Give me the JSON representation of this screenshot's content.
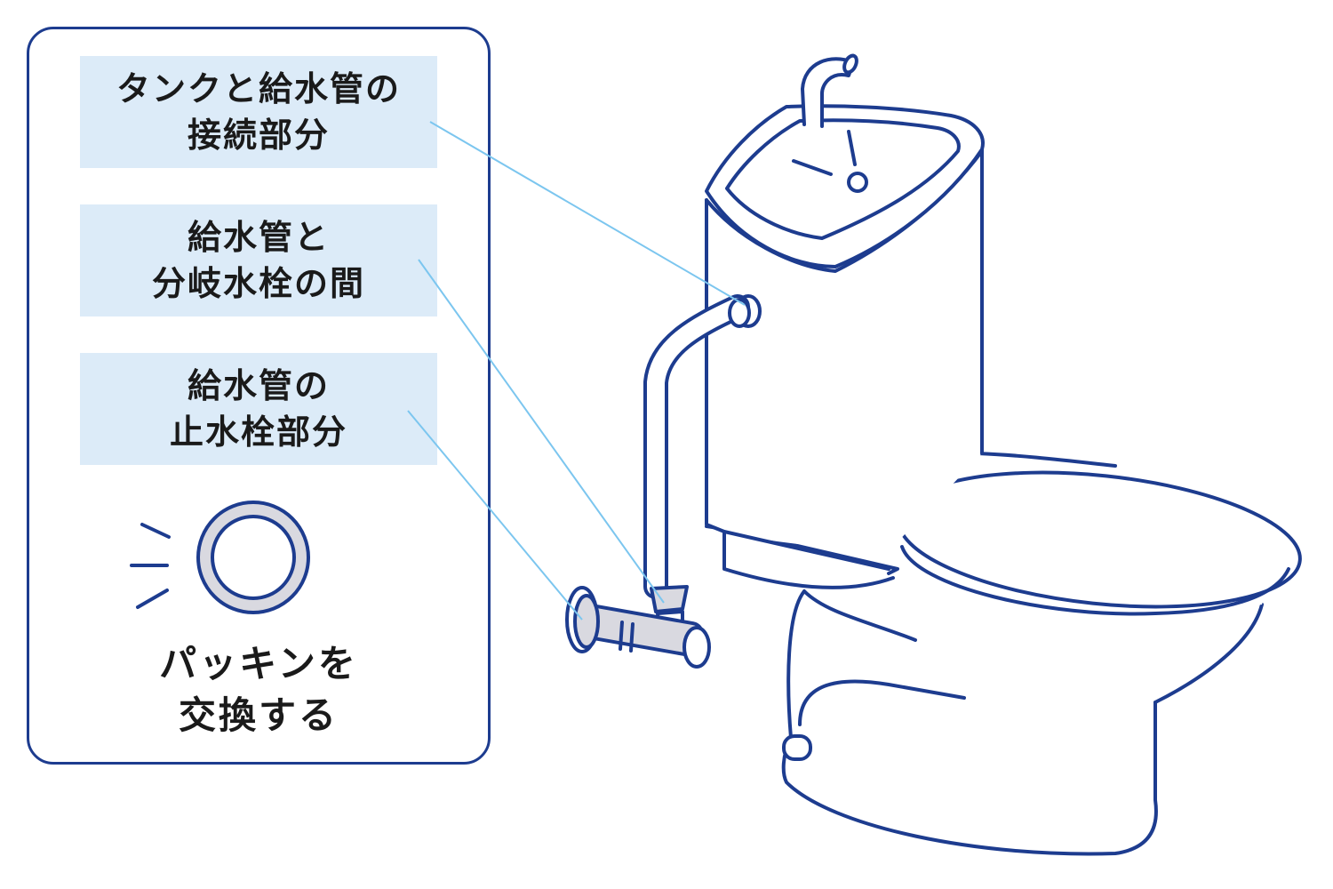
{
  "labels": {
    "tank_connection": "タンクと給水管の\n接続部分",
    "pipe_valve_between": "給水管と\n分岐水栓の間",
    "stop_valve_part": "給水管の\n止水栓部分"
  },
  "footer": "パッキンを\n交換する",
  "colors": {
    "outline": "#1d3c8f",
    "leader_line": "#7cc6ef",
    "label_background": "#dcebf8",
    "gasket_fill": "#d9d9e0"
  },
  "icons": [
    "gasket-icon",
    "toilet-illustration"
  ]
}
